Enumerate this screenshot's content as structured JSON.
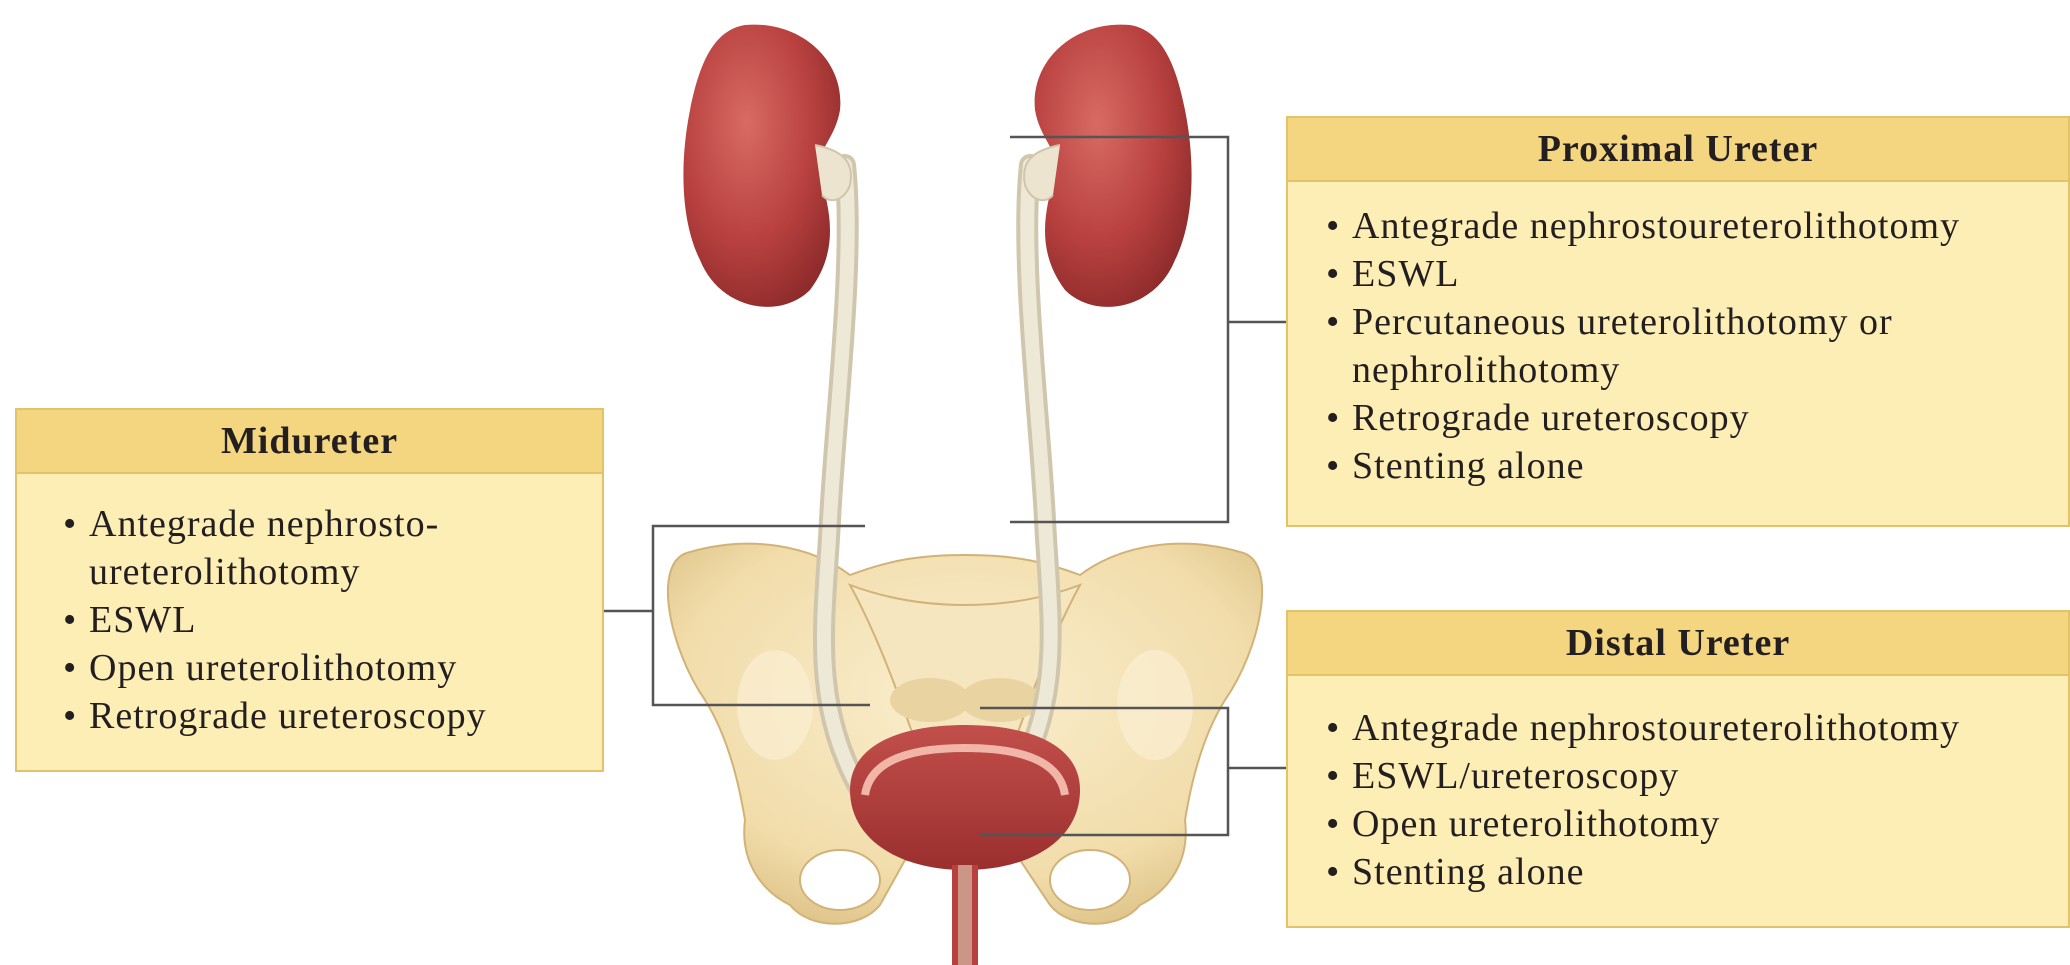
{
  "boxes": {
    "proximal": {
      "title": "Proximal Ureter",
      "items": [
        "Antegrade nephrostoureterolithotomy",
        "ESWL",
        "Percutaneous ureterolithotomy or nephrolithotomy",
        "Retrograde ureteroscopy",
        "Stenting alone"
      ]
    },
    "midureter": {
      "title": "Midureter",
      "items": [
        "Antegrade nephrosto-ureterolithotomy",
        "ESWL",
        "Open ureterolithotomy",
        "Retrograde ureteroscopy"
      ]
    },
    "distal": {
      "title": "Distal Ureter",
      "items": [
        "Antegrade nephrostoureterolithotomy",
        "ESWL/ureteroscopy",
        "Open ureterolithotomy",
        "Stenting alone"
      ]
    }
  },
  "colors": {
    "box_fill": "#fdeeb6",
    "box_header": "#f3d67f",
    "box_border": "#e2c36a",
    "kidney": "#b8413f",
    "bone": "#f1dcaa",
    "ureter": "#e6dfcb",
    "leader_line": "#555555"
  },
  "icons": [
    "kidney-left-icon",
    "kidney-right-icon",
    "pelvis-icon",
    "bladder-icon"
  ]
}
